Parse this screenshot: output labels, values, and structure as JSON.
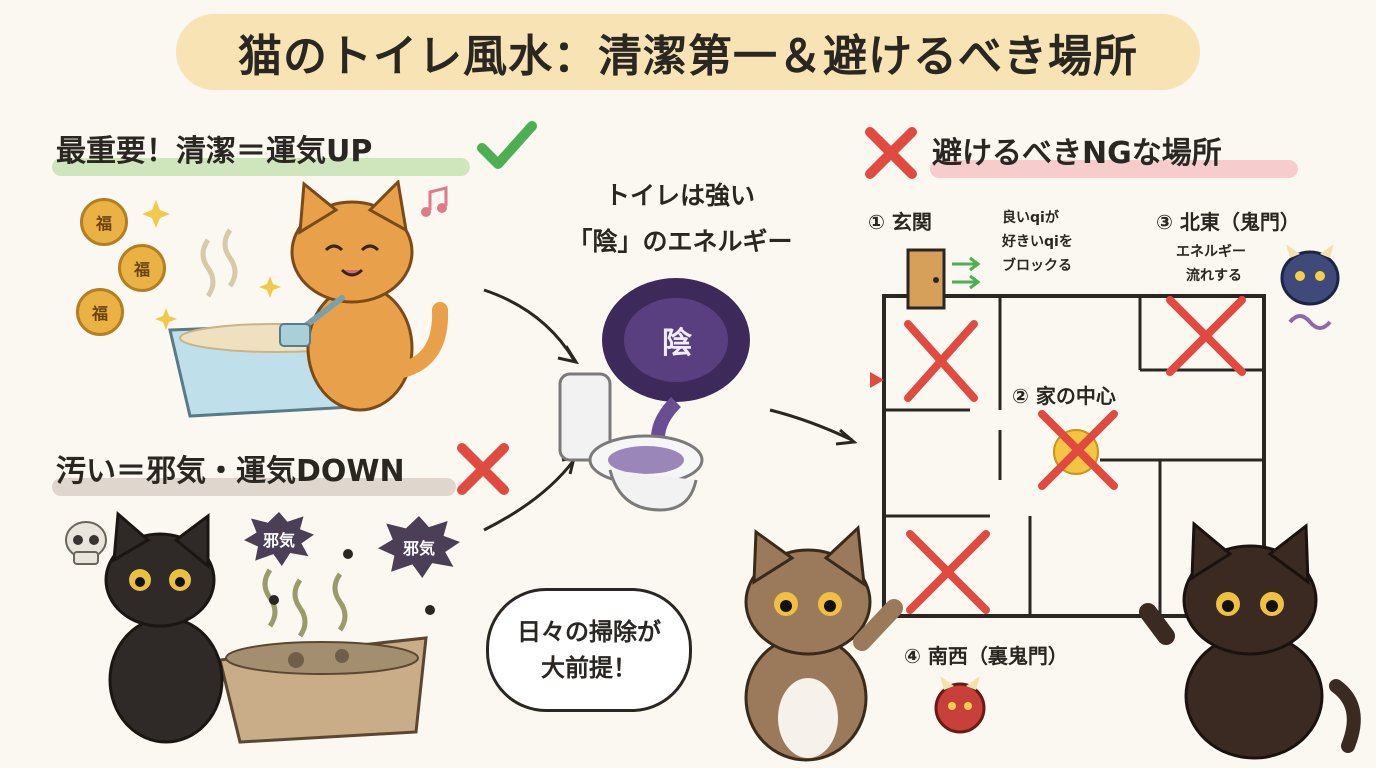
{
  "title": "猫のトイレ風水：清潔第一＆避けるべき場所",
  "left_top": {
    "heading": "最重要！清潔＝運気UP",
    "coin_char": "福"
  },
  "left_bottom": {
    "heading": "汚い＝邪気・運気DOWN",
    "jaki_tag": "邪気"
  },
  "center": {
    "yin_line1": "トイレは強い",
    "yin_line2": "「陰」のエネルギー",
    "vortex_char": "陰",
    "bubble_line1": "日々の掃除が",
    "bubble_line2": "大前提！"
  },
  "right": {
    "heading": "避けるべきNGな場所",
    "room1": "① 玄関",
    "room1_note_line1": "良いqiが",
    "room1_note_line2": "好きいqiを",
    "room1_note_line3": "ブロックる",
    "room2": "② 家の中心",
    "room3": "③ 北東（鬼門）",
    "room3_note_line1": "エネルギー",
    "room3_note_line2": "流れする",
    "room4": "④ 南西（裏鬼門）"
  },
  "colors": {
    "title_bg": "#f7e3b3",
    "ok_green": "#4caf50",
    "ng_red": "#e04a3f",
    "vortex_purple": "#4b2f6b"
  }
}
